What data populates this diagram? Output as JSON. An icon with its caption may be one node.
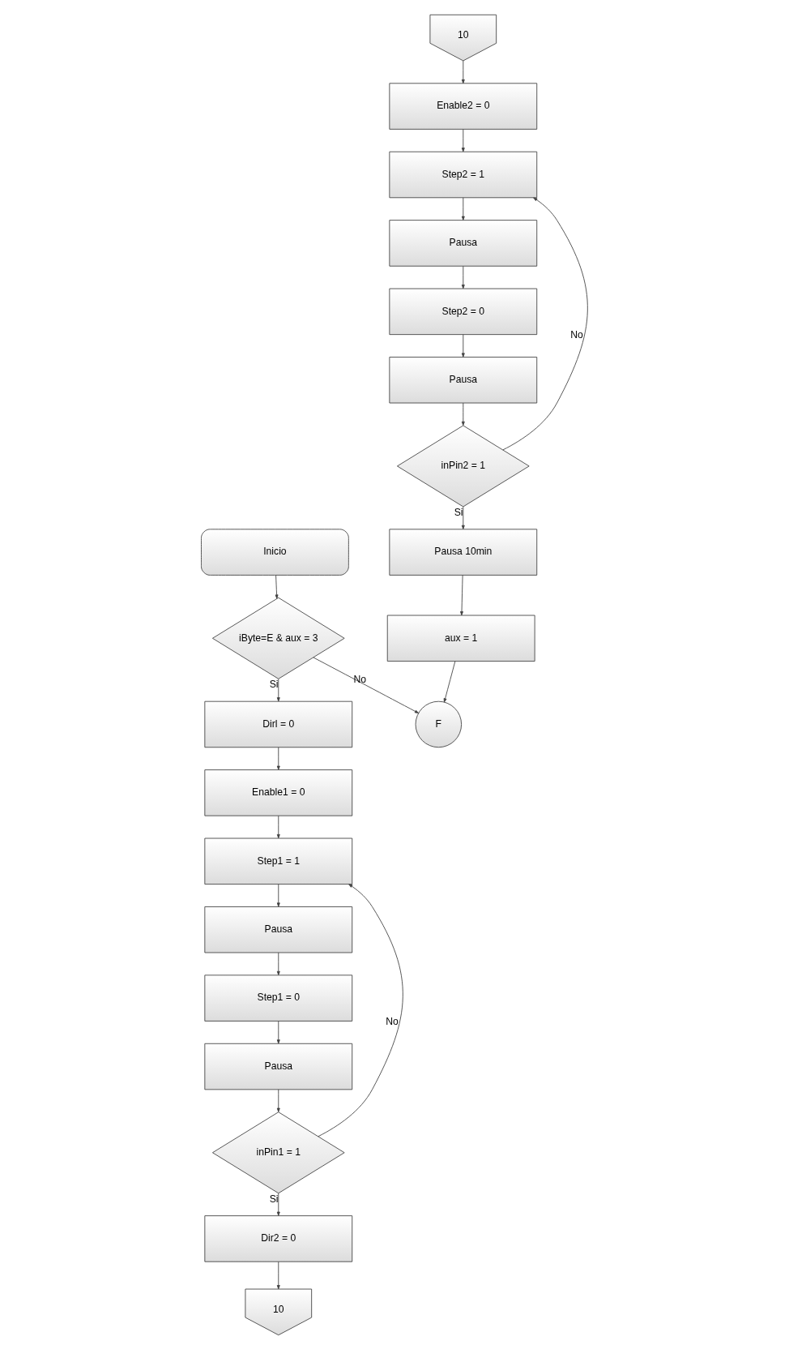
{
  "diagram": {
    "nodes": [
      {
        "text": [
          "Inicio"
        ]
      },
      {
        "text": [
          "iByte=E & aux = 3"
        ]
      },
      {
        "text": [
          "Dirl = 0"
        ]
      },
      {
        "text": [
          "Enable1 = 0"
        ]
      },
      {
        "text": [
          "Step1 = 1"
        ]
      },
      {
        "text": [
          "Pausa"
        ]
      },
      {
        "text": [
          "Step1 = 0"
        ]
      },
      {
        "text": [
          "Pausa"
        ]
      },
      {
        "text": [
          "inPin1 = 1"
        ]
      },
      {
        "text": [
          "Dir2 = 0"
        ]
      },
      {
        "text": [
          "10"
        ]
      },
      {
        "text": [
          "10"
        ]
      },
      {
        "text": [
          "Enable2 = 0"
        ]
      },
      {
        "text": [
          "Step2 = 1"
        ]
      },
      {
        "text": [
          "Pausa"
        ]
      },
      {
        "text": [
          "Step2 = 0"
        ]
      },
      {
        "text": [
          "Pausa"
        ]
      },
      {
        "text": [
          "inPin2 = 1"
        ]
      },
      {
        "text": [
          "Pausa 10min"
        ]
      },
      {
        "text": [
          "aux = 1"
        ]
      },
      {
        "text": [
          "F"
        ]
      }
    ],
    "edges": [
      {
        "from": 0,
        "to": 1,
        "arrow": "to"
      },
      {
        "from": 1,
        "to": 2,
        "arrow": "to",
        "label": "Si"
      },
      {
        "from": 1,
        "to": 20,
        "arrow": "to",
        "label": "No"
      },
      {
        "from": 2,
        "to": 3,
        "arrow": "to"
      },
      {
        "from": 3,
        "to": 4,
        "arrow": "to"
      },
      {
        "from": 4,
        "to": 5,
        "arrow": "to"
      },
      {
        "from": 5,
        "to": 6,
        "arrow": "to"
      },
      {
        "from": 6,
        "to": 7,
        "arrow": "to"
      },
      {
        "from": 7,
        "to": 8,
        "arrow": "to"
      },
      {
        "from": 8,
        "to": 4,
        "arrow": "to",
        "label": "No"
      },
      {
        "from": 8,
        "to": 9,
        "arrow": "to",
        "label": "Si"
      },
      {
        "from": 9,
        "to": 10,
        "arrow": "to"
      },
      {
        "from": 11,
        "to": 12,
        "arrow": "to"
      },
      {
        "from": 12,
        "to": 13,
        "arrow": "to"
      },
      {
        "from": 13,
        "to": 14,
        "arrow": "to"
      },
      {
        "from": 14,
        "to": 15,
        "arrow": "to"
      },
      {
        "from": 15,
        "to": 16,
        "arrow": "to"
      },
      {
        "from": 16,
        "to": 17,
        "arrow": "to"
      },
      {
        "from": 17,
        "to": 13,
        "arrow": "to",
        "label": "No"
      },
      {
        "from": 17,
        "to": 18,
        "arrow": "to",
        "label": "Si"
      },
      {
        "from": 18,
        "to": 19,
        "arrow": "to"
      },
      {
        "from": 19,
        "to": 20,
        "arrow": "to"
      }
    ]
  }
}
